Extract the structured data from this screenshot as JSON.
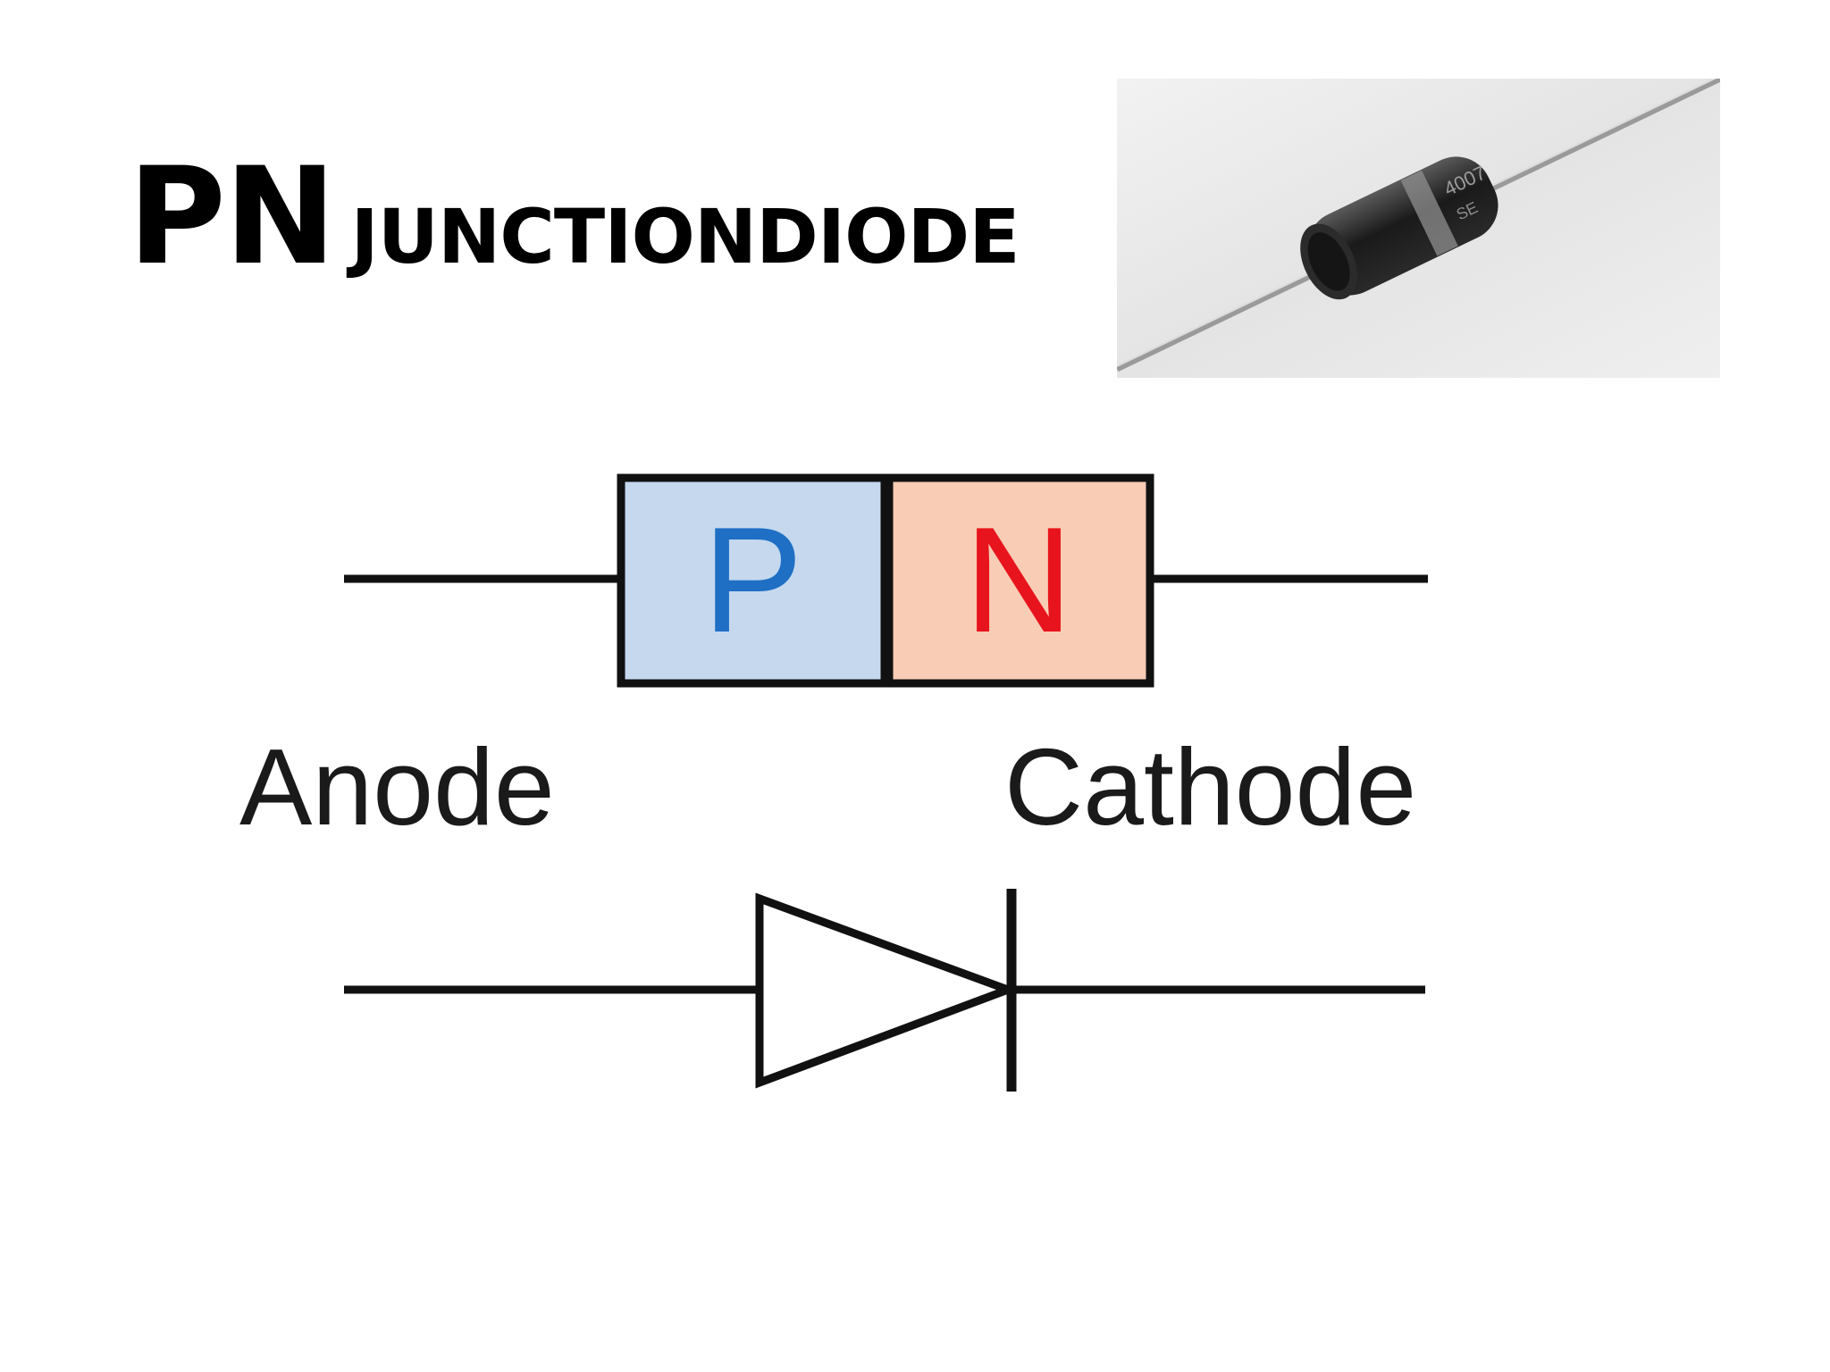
{
  "slide": {
    "title_main": "PN",
    "title_sub": "JUNCTIONDIODE"
  },
  "diagram": {
    "p_region_label": "P",
    "n_region_label": "N",
    "anode_label": "Anode",
    "cathode_label": "Cathode"
  },
  "colors": {
    "p_region_fill": "#c5d8ee",
    "n_region_fill": "#f8ccb5",
    "p_text": "#1f6fc4",
    "n_text": "#e8141d",
    "line": "#111111"
  },
  "icons": {
    "photo": "diode-component-photo",
    "symbol": "diode-symbol-icon"
  }
}
